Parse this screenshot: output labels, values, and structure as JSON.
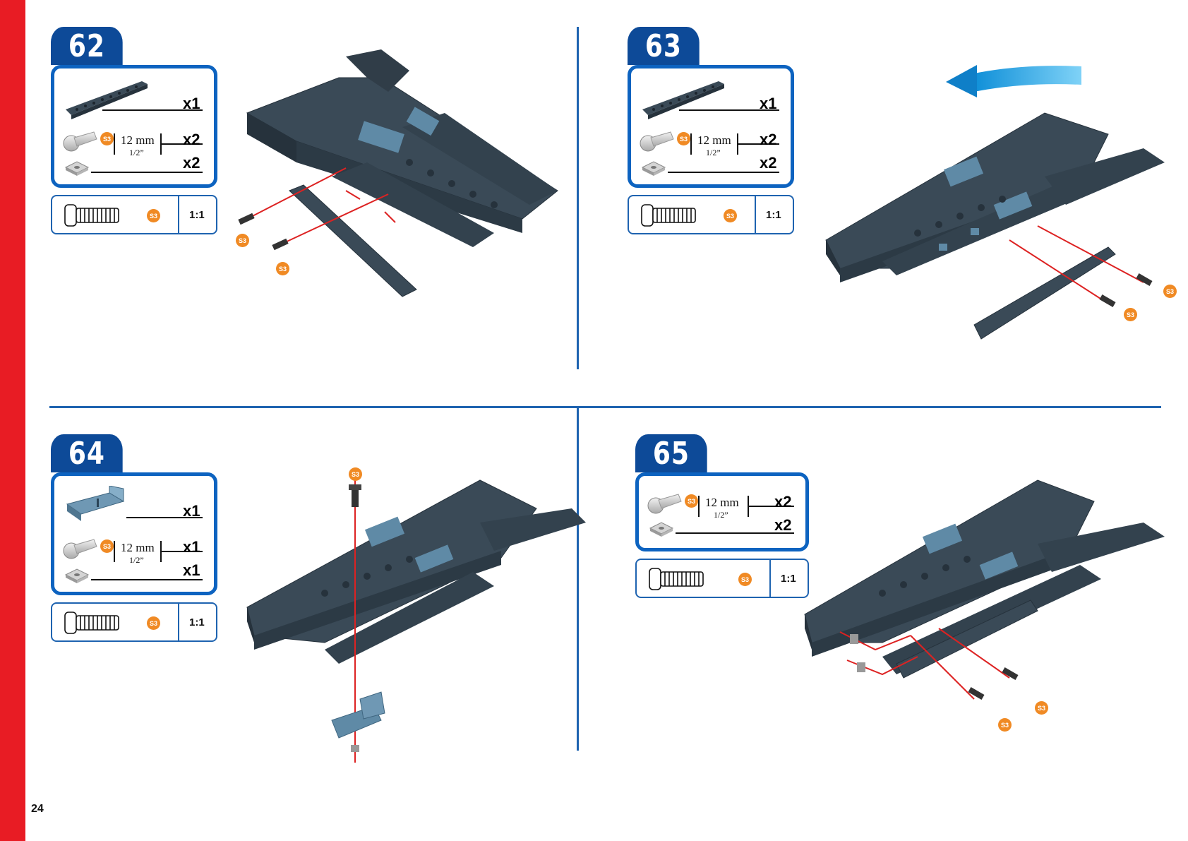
{
  "page": {
    "number": "24"
  },
  "part_labels": {
    "bolt_mm": "12 mm",
    "bolt_inch": "1/2”",
    "s3": "S3",
    "scale": "1:1"
  },
  "steps": [
    {
      "number": "62",
      "parts": [
        {
          "icon": "plate-icon",
          "qty": "x1"
        },
        {
          "icon": "bolt-icon",
          "qty": "x2"
        },
        {
          "icon": "nut-icon",
          "qty": "x2"
        }
      ]
    },
    {
      "number": "63",
      "parts": [
        {
          "icon": "plate-icon",
          "qty": "x1"
        },
        {
          "icon": "bolt-icon",
          "qty": "x2"
        },
        {
          "icon": "nut-icon",
          "qty": "x2"
        }
      ]
    },
    {
      "number": "64",
      "parts": [
        {
          "icon": "angle-bracket-icon",
          "qty": "x1"
        },
        {
          "icon": "bolt-icon",
          "qty": "x1"
        },
        {
          "icon": "nut-icon",
          "qty": "x1"
        }
      ]
    },
    {
      "number": "65",
      "parts": [
        {
          "icon": "bolt-icon",
          "qty": "x2"
        },
        {
          "icon": "nut-icon",
          "qty": "x2"
        }
      ]
    }
  ],
  "colors": {
    "accent_red": "#e81c24",
    "brand_blue": "#0d4a98",
    "box_blue": "#0d63c0",
    "part_gray": "#3a4a57",
    "bracket_blue": "#5f8aa6",
    "badge_orange": "#f08a24"
  },
  "rotate_arrow": {
    "icon": "rotate-arrow-icon",
    "direction": "left"
  }
}
